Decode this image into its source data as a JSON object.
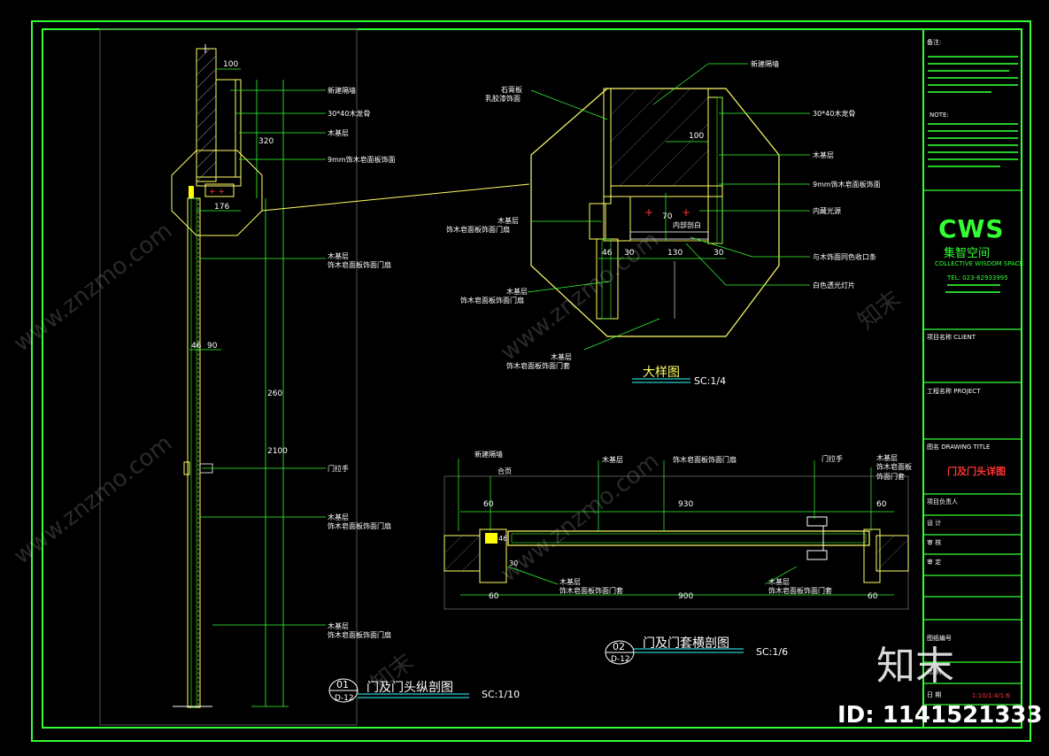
{
  "detail_views": {
    "vertical_section": {
      "number": "01",
      "sheet_ref": "D-12",
      "title": "门及门头纵剖图",
      "scale": "SC:1/10",
      "labels": {
        "l1": "新建隔墙",
        "l2": "30*40木龙骨",
        "l3": "木基层",
        "l4": "9mm饰木皂面板饰面",
        "l5a": "木基层",
        "l5b": "饰木皂面板饰面门扇",
        "l6": "门拉手",
        "l7a": "木基层",
        "l7b": "饰木皂面板饰面门扇",
        "l8a": "木基层",
        "l8b": "饰木皂面板饰面门扇"
      },
      "dims": {
        "d100": "100",
        "d320": "320",
        "d176": "176",
        "d46": "46",
        "d90": "90",
        "d260": "260",
        "d2100": "2100"
      }
    },
    "enlarged": {
      "title": "大样图",
      "scale": "SC:1/4",
      "labels": {
        "r1": "新建隔墙",
        "r2": "30*40木龙骨",
        "r3": "木基层",
        "r4": "9mm饰木皂面板饰面",
        "r5": "内藏光源",
        "r6": "与木饰面同色收口条",
        "r7": "白色透光灯片",
        "l1a": "石膏板",
        "l1b": "乳胶漆饰面",
        "l2a": "木基层",
        "l2b": "饰木皂面板饰面门扇",
        "l3a": "木基层",
        "l3b": "饰木皂面板饰面门扇",
        "l4a": "木基层",
        "l4b": "饰木皂面板饰面门套",
        "inner": "内部剖白"
      },
      "dims": {
        "d100": "100",
        "d70": "70",
        "d46": "46",
        "d30a": "30",
        "d130": "130",
        "d30b": "30"
      }
    },
    "horizontal_section": {
      "number": "02",
      "sheet_ref": "D-12",
      "title": "门及门套横剖图",
      "scale": "SC:1/6",
      "labels": {
        "t1": "新建隔墙",
        "t2": "合页",
        "t3": "木基层",
        "t4": "饰木皂面板饰面门扇",
        "t5": "门拉手",
        "t6a": "木基层",
        "t6b": "饰木皂面板饰面门套",
        "b1a": "木基层",
        "b1b": "饰木皂面板饰面门套",
        "b2a": "木基层",
        "b2b": "饰木皂面板饰面门套"
      },
      "dims": {
        "top_left": "60",
        "top_mid": "930",
        "top_right": "60",
        "bot_left": "60",
        "bot_mid": "900",
        "bot_right": "60",
        "side1": "46",
        "side2": "30"
      }
    }
  },
  "title_block": {
    "notes_header": "备注:",
    "notes_en_header": "NOTE:",
    "logo": "CWS",
    "logo_cn": "集智空间",
    "logo_en": "COLLECTIVE WISDOM SPACE",
    "tel": "TEL: 023-62933995",
    "client_label": "项目名称 CLIENT",
    "project_label": "工程名称 PROJECT",
    "drawing_title_label": "图名 DRAWING TITLE",
    "drawing_title": "门及门头详图",
    "designer_label": "项目负责人",
    "drawn_label": "设 计",
    "check_label": "审 核",
    "approve_label": "审 定",
    "sheet_no_label": "图纸编号",
    "scale_label": "比 例",
    "scale_value": "1:10/1:4/1:6",
    "date_label": "日 期"
  },
  "watermark": {
    "text": "www.znzmo.com",
    "brand": "知末",
    "id": "ID: 1141521333"
  },
  "colors": {
    "frame": "#33ff33",
    "geometry": "#ffff66",
    "leader": "#33ff33",
    "dim_text": "#ffffff",
    "red": "#ff3333",
    "cyan": "#33ffff",
    "background": "#000000"
  }
}
